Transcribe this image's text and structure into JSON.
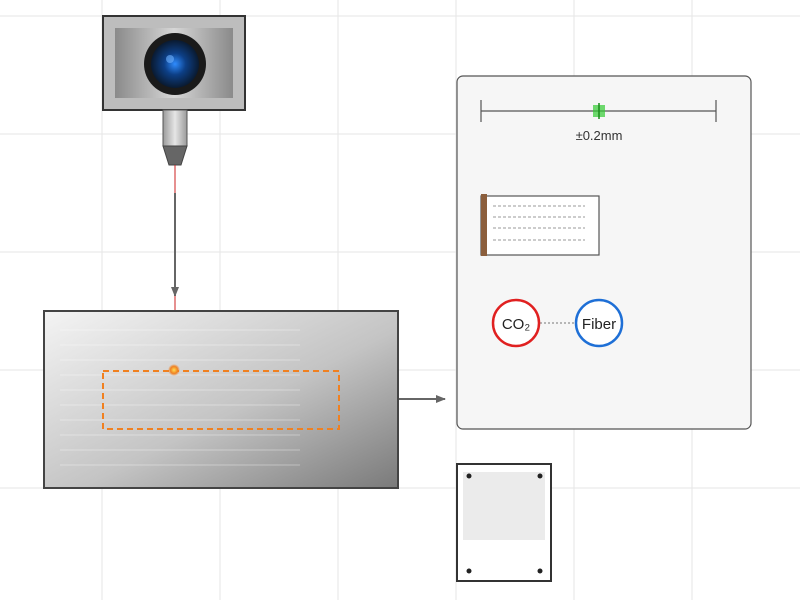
{
  "tolerance_scale": {
    "label": "±0.2mm"
  },
  "materials": {
    "co2_label": "CO₂",
    "fiber_label": "Fiber"
  },
  "colors": {
    "grid": "#e6e6e6",
    "frame": "#444444",
    "co2_ring": "#e02020",
    "fiber_ring": "#1e6fd6",
    "laser_line": "#cc2222",
    "tolerance_marker": "#33cc33",
    "cut_path": "#f08020",
    "lens_blue": "#1a5fb4"
  },
  "icons": {
    "camera": "camera-icon",
    "laser_head": "laser-nozzle-icon",
    "workpiece": "workpiece-sheet-icon",
    "material_sheet": "material-sheet-icon",
    "plate": "mounting-plate-icon"
  }
}
